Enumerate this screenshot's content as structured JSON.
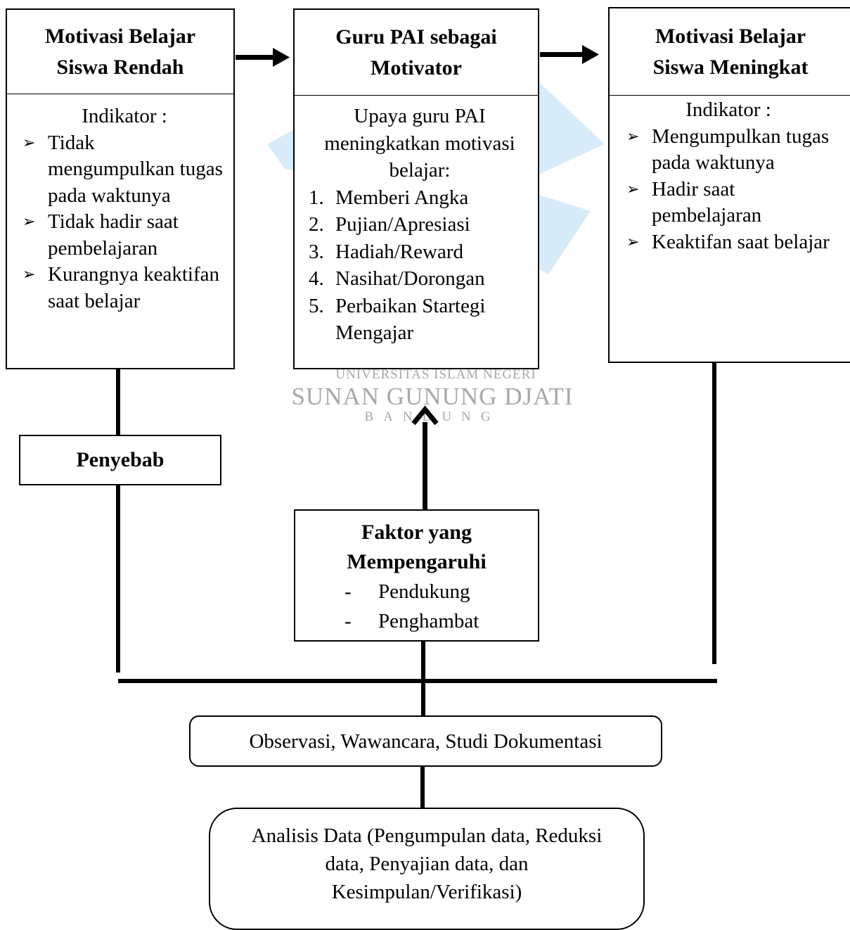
{
  "watermark": {
    "line1": "UNIVERSITAS ISLAM NEGERI",
    "line2": "SUNAN GUNUNG DJATI",
    "line3": "BANDUNG",
    "color": "#4fa3e0"
  },
  "left_box": {
    "title_line1": "Motivasi Belajar",
    "title_line2": "Siswa Rendah",
    "intro": "Indikator :",
    "items": [
      "Tidak mengumpulkan tugas pada waktunya",
      "Tidak hadir saat pembelajaran",
      "Kurangnya keaktifan saat belajar"
    ]
  },
  "middle_box": {
    "title_line1": "Guru PAI sebagai",
    "title_line2": "Motivator",
    "intro": "Upaya guru PAI meningkatkan motivasi belajar:",
    "items": [
      {
        "num": "1.",
        "text": "Memberi Angka"
      },
      {
        "num": "2.",
        "text": "Pujian/Apresiasi"
      },
      {
        "num": "3.",
        "text": "Hadiah/Reward"
      },
      {
        "num": "4.",
        "text": "Nasihat/Dorongan"
      },
      {
        "num": "5.",
        "text": "Perbaikan Startegi Mengajar"
      }
    ]
  },
  "right_box": {
    "title_line1": "Motivasi Belajar",
    "title_line2": "Siswa Meningkat",
    "intro": "Indikator :",
    "items": [
      "Mengumpulkan tugas pada waktunya",
      "Hadir saat pembelajaran",
      "Keaktifan saat belajar"
    ]
  },
  "cause_box": {
    "label": "Penyebab"
  },
  "factor_box": {
    "title_line1": "Faktor yang",
    "title_line2": "Mempengaruhi",
    "items": [
      "Pendukung",
      "Penghambat"
    ],
    "dash": "-"
  },
  "method_box": {
    "label": "Observasi, Wawancara, Studi Dokumentasi"
  },
  "analysis_box": {
    "line1": "Analisis Data (Pengumpulan data, Reduksi",
    "line2": "data, Penyajian data, dan",
    "line3": "Kesimpulan/Verifikasi)"
  }
}
